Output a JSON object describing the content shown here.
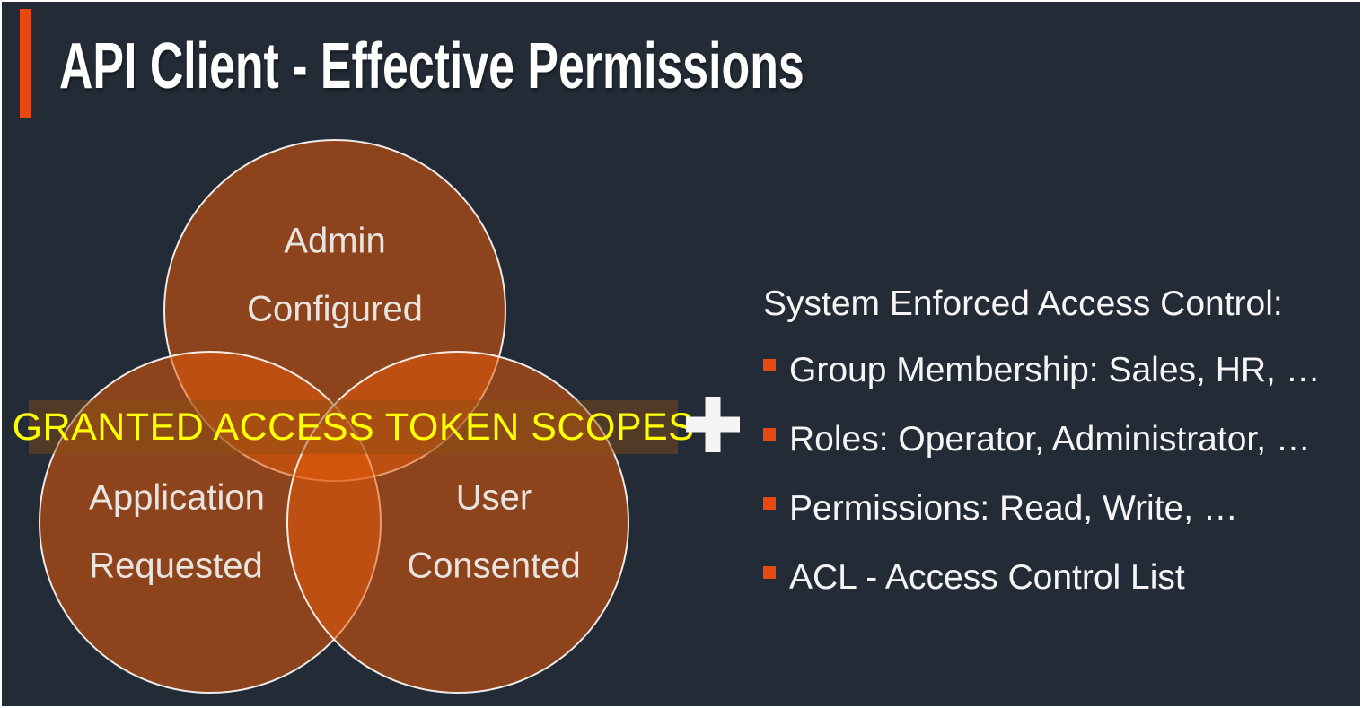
{
  "slide": {
    "title": "API Client - Effective Permissions",
    "venn": {
      "circles": [
        {
          "line1": "Admin",
          "line2": "Configured"
        },
        {
          "line1": "Application",
          "line2": "Requested"
        },
        {
          "line1": "User",
          "line2": "Consented"
        }
      ],
      "overlay_label": "GRANTED ACCESS TOKEN SCOPES"
    },
    "icons": {
      "plus": "+",
      "bullet": "square"
    },
    "right_panel": {
      "heading": "System Enforced Access Control:",
      "bullets": [
        "Group Membership: Sales, HR, …",
        "Roles: Operator, Administrator, …",
        "Permissions: Read, Write, …",
        "ACL - Access Control List"
      ]
    },
    "colors": {
      "background": "#232B36",
      "accent_orange": "#E8490F",
      "circle_fill": "#E65A0A",
      "circle_stroke": "#FFFFFF",
      "scopes_text": "#FFFF00",
      "body_text": "#F5F5F5"
    }
  }
}
